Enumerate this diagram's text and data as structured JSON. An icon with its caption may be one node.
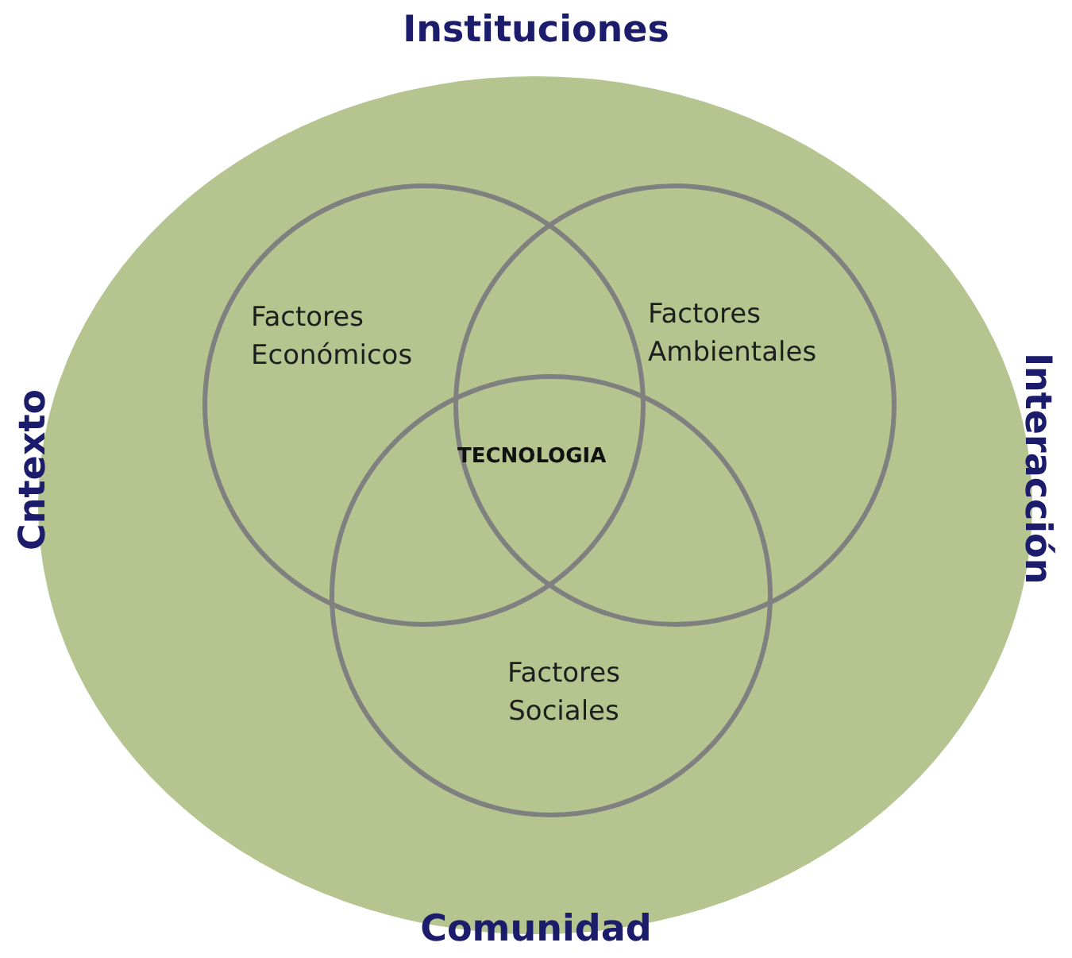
{
  "diagram": {
    "nodes": [
      {
        "text": [],
        "shape": "ellipse"
      },
      {
        "text": [
          "Factores Económicos"
        ],
        "in": 0
      },
      {
        "text": [
          "Factores Ambientales"
        ],
        "in": 0
      },
      {
        "text": [
          "Factores Sociales"
        ],
        "in": 0
      }
    ],
    "labels": [
      "Instituciones",
      "Cntexto",
      "Interacción",
      "TECNOLOGIA",
      "Comunidad"
    ]
  }
}
